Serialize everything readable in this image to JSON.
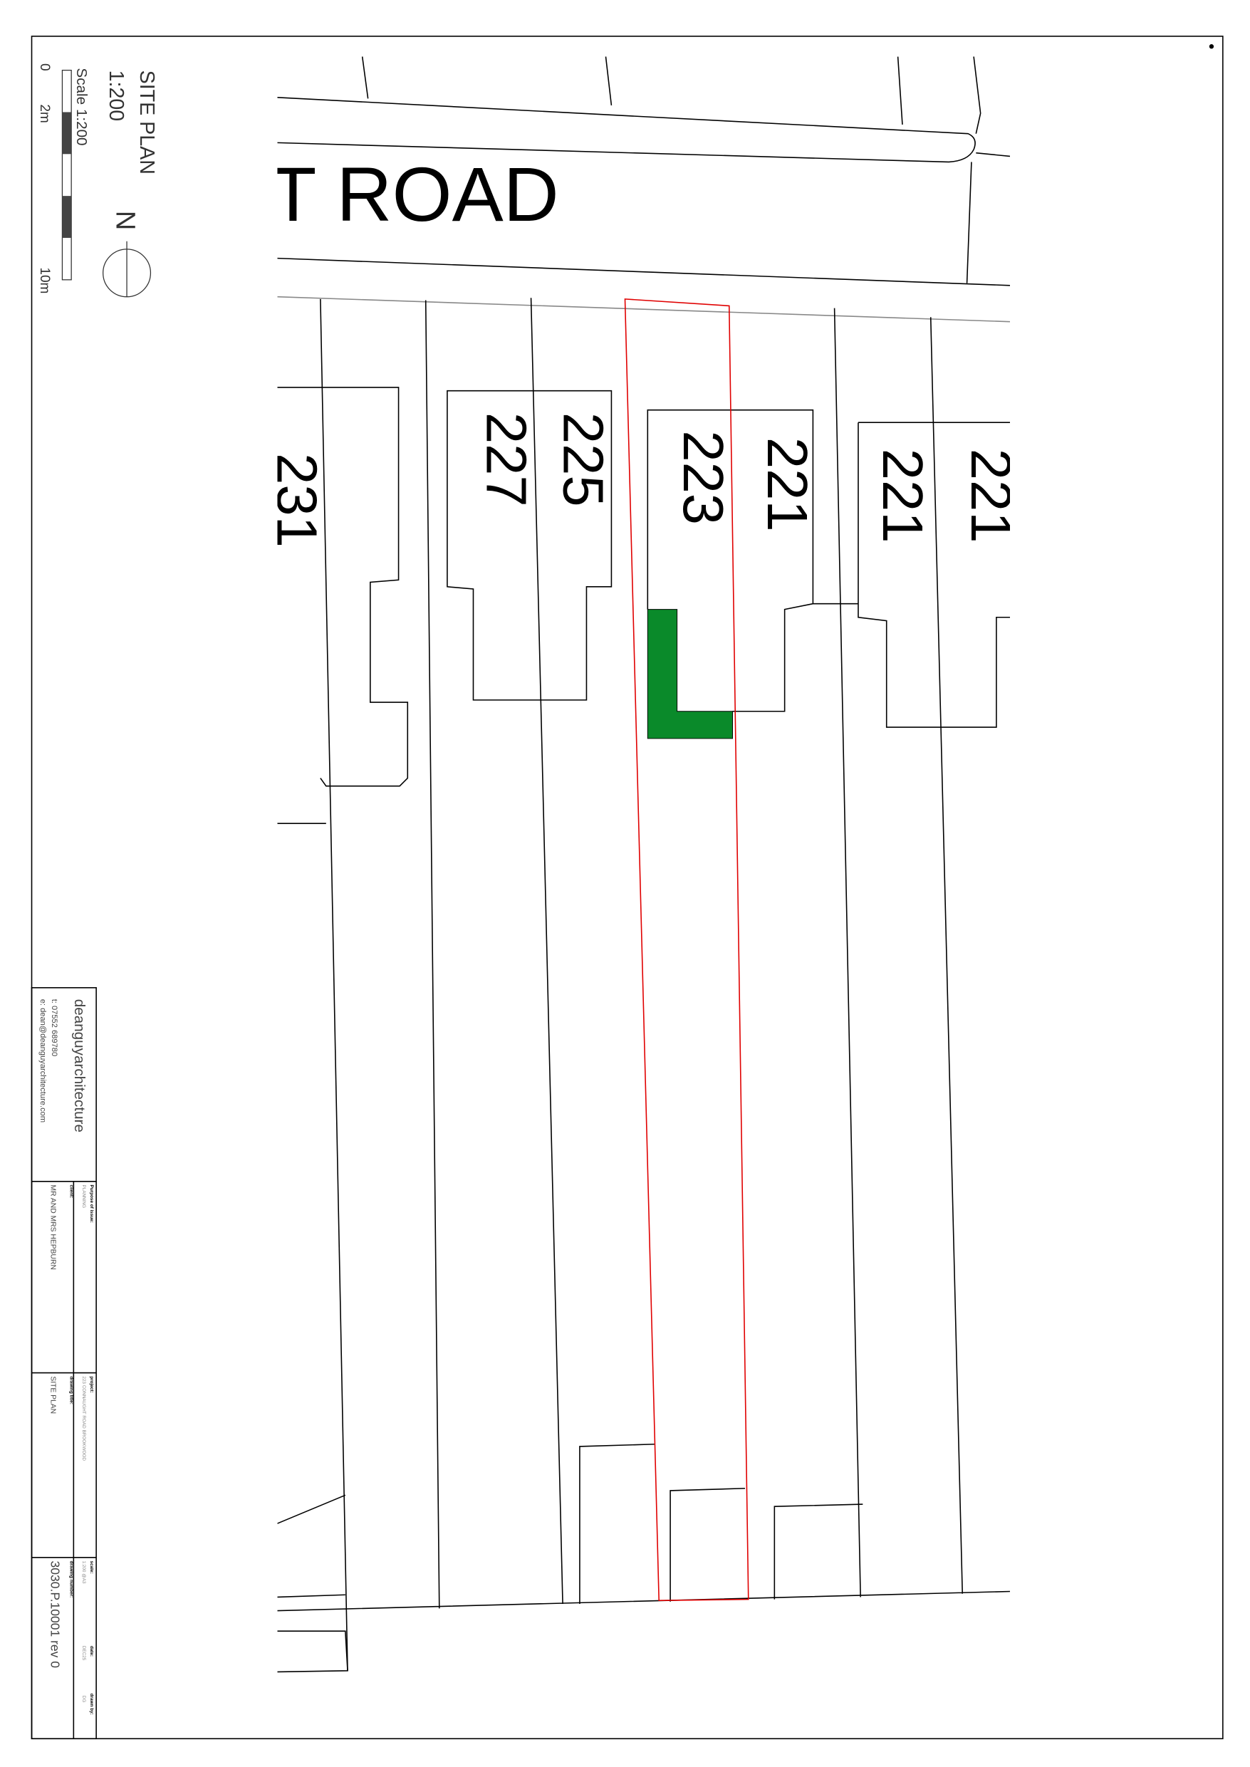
{
  "drawing": {
    "title": "SITE PLAN",
    "scale": "1:200",
    "scale_bar_label": "Scale 1:200",
    "scale_ticks": [
      "0",
      "2m",
      "10m"
    ],
    "north_label": "N",
    "road_name": "T ROAD",
    "house_numbers": [
      "231",
      "227",
      "225",
      "223",
      "221",
      "221",
      "221"
    ],
    "colors": {
      "site_boundary": "#e00000",
      "proposed": "#0a8a2a"
    }
  },
  "title_block": {
    "firm": "deanguyarchitecture",
    "phone": "t: 07552 689780",
    "email": "e: dean@deanguyarchitecture.com",
    "purpose_label": "Purpose of issue:",
    "purpose": "PLANNING",
    "client_label": "client:",
    "client": "MR AND MRS HEPBURN",
    "project_label": "project:",
    "project": "223 CONNAUGHT ROAD BROOKWOOD",
    "drawing_title_label": "drawing title:",
    "drawing_title": "SITE PLAN",
    "scale_label": "scale:",
    "scale": "1:200 @A3",
    "date_label": "date:",
    "date": "DEC25",
    "drawn_by_label": "drawn by:",
    "drawn_by": "DG",
    "drawing_number_label": "drawing number:",
    "drawing_number": "3030.P.10001 rev 0"
  }
}
